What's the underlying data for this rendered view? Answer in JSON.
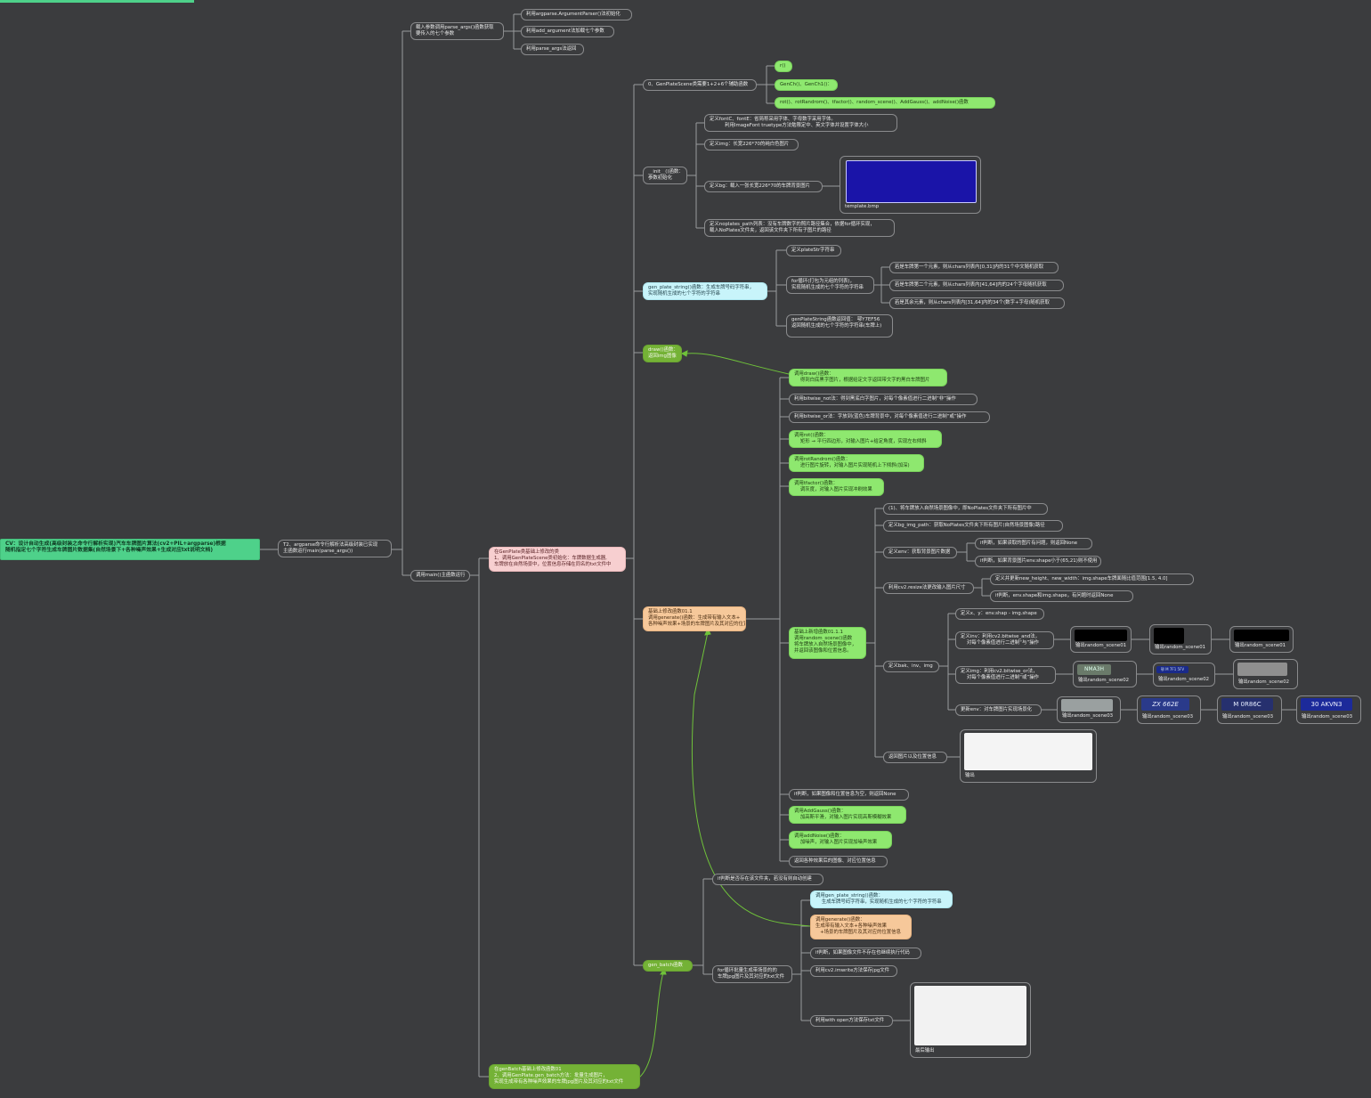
{
  "colors": {
    "background": "#3b3c3e",
    "line": "#9a9b9d",
    "green_line": "#6fc23a",
    "green": "#8ee86f",
    "dark_green": "#74b236",
    "cyan": "#c8f4fa",
    "orange": "#f6c89a",
    "pink": "#f7cfd0",
    "root": "#4ed18a",
    "plate_blue": "#1a14a8"
  },
  "root": {
    "text": "CV：设计自动生成(高级封装之命令行解析实现)汽车车牌图片算法(cv2+PIL+argparse)根据\n随机指定七个字符生成车牌图片数据集(自然场景下+各种噪声效果+生成对应txt说明文档)"
  },
  "t2": {
    "text": "T2、argparse命令行解析法高级封装已实现\n主函数运行main(parse_args())"
  },
  "parse": {
    "text": "载入参数调用parse_args()函数获取\n要传入的七个参数",
    "children": [
      "利用argparse.ArgumentParser()法初始化",
      "利用add_argument法加载七个参数",
      "利用parse_args法返回"
    ]
  },
  "main_call": {
    "text": "调用main()主函数运行"
  },
  "genplate": {
    "text": "在GenPlate类基础上修改的类\n1、调用GenPlateScene类初始化：车牌数据生成器,\n车牌放在自然场景中，位置信息存储在同名的txt文件中"
  },
  "gp_scene": {
    "text": "0、GenPlateScene类需要1+2+6个辅助函数",
    "children": [
      "r()",
      "GenCh()、GenCh1()：",
      "rot()、rotRandrom()、tfactor()、random_scene()、AddGauss()、addNoise()函数"
    ]
  },
  "init": {
    "text": "__init__()函数：\n参数初始化",
    "children": [
      "定义fontC、fontE：省简称采用字体、字母数字采用字体。\n          利用ImageFont truetype方法勉限定中、英文字体并设置字体大小",
      "定义img：长宽226*70的纯白色图片",
      "定义bg：载入一张长宽226*70的车牌背景图片",
      "定义noplates_path列表：没有车牌数字的照片路径集合，依据for循环实现，\n载入NoPlates文件夹，返回该文件夹下所有子图片的路径"
    ],
    "image_caption": "template.bmp"
  },
  "gen_plate_string": {
    "text": "gen_plate_string()函数：生成车牌号码字符串，\n实现随机生成的七个字符的字符串",
    "children": [
      "定义plateStr字符串",
      "for循环(打包为元组的列表)，\n实现随机生成的七个字符的字符串",
      "genPlateString函数返回值： 鄂Y7EF56\n返回随机生成的七个字符的字符串(车牌上)"
    ],
    "for_children": [
      "若是车牌第一个元素，则从chars列表内[0,31]内的31个中文随机获取",
      "若是车牌第二个元素，则从chars列表内[41,64]内的24个字母随机获取",
      "若是其余元素，则从chars列表内[31,64]内的34个(数字+字母)随机获取"
    ]
  },
  "draw": {
    "text": "draw()函数：\n返回img图像",
    "children": [
      "调用draw()函数：\n    得到白底黑字图片，根据给定文字返回带文字的黑白车牌图片",
      "利用bitwise_not法：得到黑底白字图片，对每个像素值进行二进制“非”操作",
      "利用bitwise_or法：字放到(蓝色)车牌背景中，对每个像素值进行二进制“或”操作",
      "调用rot()函数：\n    矩形 → 平行四边形，对输入图片+给定角度，实现左右倾斜",
      "调用rotRandrom()函数：\n    进行图片旋转，对输入图片实现随机上下倾斜(加深)",
      "调用tfactor()函数：\n    调灰度，对输入图片实现冲刷效果"
    ]
  },
  "generate": {
    "text": "基础上修改函数01.1\n调用generate()函数：生成带有输入文本+\n各种噪声效果+场景的车牌图片及其对应的位置信息"
  },
  "random_scene": {
    "text": "基础上新增函数01.1.1\n调用random_scene()函数\n将车牌放入自然场景图像中，\n并返回该图像和位置信息。",
    "children": [
      "(1)、将车牌放入自然场景图像中，即NoPlates文件夹下所有图片中",
      "定义bg_img_path：获取NoPlates文件夹下所有图片(自然场景图像)路径",
      "定义env：获取背景图片数据",
      "利用cv2.resize法更改输入图片尺寸",
      "定义bak、inv、img",
      "返回图片以及位置信息"
    ],
    "env_children": [
      "if判断，如果读取的图片有问题，则返回None",
      "if判断，如果背景图片env.shape小于(65,21)则不使用"
    ],
    "resize_children": [
      "定义并更新new_height、new_width：img.shape车牌面随比值范围[1.5, 4.0]",
      "if判断，env.shape和img.shape，有问题时返回None"
    ],
    "bak_children": [
      "定义x、y：env.shap - img.shape",
      "定义inv：利用cv2.bitwise_and法，\n    对每个像素值进行二进制“与”操作",
      "定义img：利用cv2.bitwise_or法，\n    对每个像素值进行二进制“或”操作",
      "更新env：对车牌图片实现场景化"
    ],
    "inv_outputs": [
      "输出random_scene01",
      "输出random_scene01",
      "输出random_scene01"
    ],
    "img_outputs": [
      "输出random_scene02",
      "输出random_scene02",
      "输出random_scene02"
    ],
    "env_outputs": [
      "输出random_scene03",
      "输出random_scene03",
      "输出random_scene03",
      "输出random_scene03"
    ],
    "env_plate_texts": [
      "ZX 662E",
      "M 0R86C",
      "30 AKVN3"
    ],
    "img_plate_texts": [
      "NMA3H",
      "鄂 M 7F1 5FV"
    ],
    "output_caption": "输出"
  },
  "after_scene": [
    "if判断，如果图像和位置信息为空，则返回None",
    "调用AddGauss()函数：\n    加高斯平滑，对输入图片实现高斯模糊效果",
    "调用addNoise()函数：\n    加噪声，对输入图片实现加噪声效果",
    "返回各种效果后的图像、对应位置信息"
  ],
  "gen_batch": {
    "text": "gen_batch函数",
    "children": [
      "if判断是否存在该文件夹，若没有则自动创建",
      "for循环批量生成带场景的的\n车牌jpg图片及其对应的txt文件"
    ],
    "for_children": [
      "调用gen_plate_string()函数：\n    生成车牌号码字符串，实现随机生成的七个字符的字符串",
      "调用generate()函数：\n生成带有输入文本+各种噪声效果\n   +场景的车牌图片及其对应的位置信息",
      "if判断，如果图像文件不存在也继续执行代码",
      "利用cv2.imwrite方法保存jpg文件",
      "利用with open方法保存txt文件"
    ],
    "output_caption": "最后输出"
  },
  "genbatch_class": {
    "text": "在genBatch基础上修改函数01\n2、调用GenPlate.gen_batch方法：批量生成图片，\n实现生成带有各种噪声效果的车牌jpg图片及其对应的txt文件"
  }
}
